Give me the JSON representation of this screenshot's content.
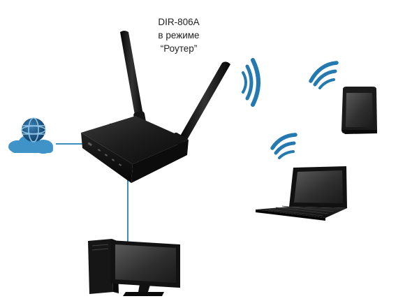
{
  "caption": {
    "model": "DIR-806A",
    "mode_line": "в режиме",
    "mode_name": "“Роутер”"
  },
  "colors": {
    "link_wired": "#3f8fbe",
    "wifi_wave": "#2479b0",
    "cloud": "#3f93c6",
    "device_body": "#151515",
    "screen": "#3c3c3c"
  },
  "icons": {
    "internet": "globe-cloud-icon",
    "router": "wireless-router-icon",
    "tablet": "tablet-icon",
    "laptop": "laptop-icon",
    "desktop": "desktop-computer-icon",
    "wifi": "wifi-signal-icon"
  }
}
